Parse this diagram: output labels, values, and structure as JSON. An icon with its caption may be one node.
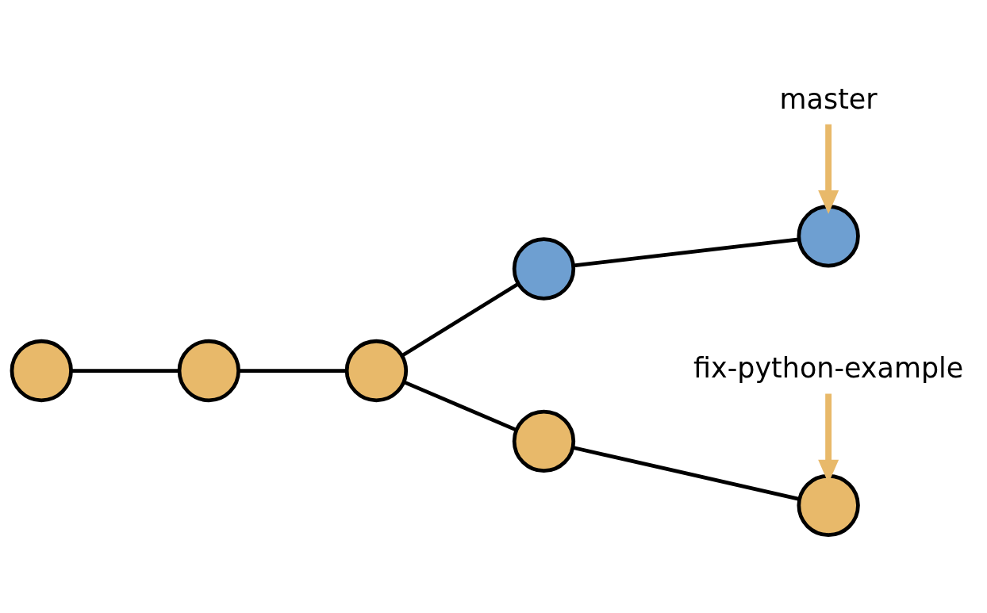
{
  "diagram": {
    "nodes": [
      {
        "text": [
          "master"
        ]
      },
      {
        "text": [],
        "shape": "circle"
      },
      {
        "text": [],
        "shape": "circle"
      },
      {
        "text": [],
        "shape": "circle"
      },
      {
        "text": [],
        "shape": "circle"
      },
      {
        "text": [],
        "shape": "circle"
      },
      {
        "text": [],
        "shape": "circle"
      },
      {
        "text": [],
        "shape": "circle"
      },
      {
        "text": [
          "fix-python-example"
        ]
      }
    ],
    "edges": [
      {
        "from": 3,
        "to": 4,
        "arrow": "none"
      },
      {
        "from": 4,
        "to": 5,
        "arrow": "none"
      },
      {
        "from": 5,
        "to": 6,
        "arrow": "none"
      },
      {
        "from": 6,
        "to": 7,
        "arrow": "none"
      },
      {
        "from": 5,
        "to": 1,
        "arrow": "none"
      },
      {
        "from": 1,
        "to": 2,
        "arrow": "none"
      },
      {
        "from": 0,
        "to": 2,
        "arrow": "to",
        "color": "#e8b96a"
      },
      {
        "from": 8,
        "to": 7,
        "arrow": "to",
        "color": "#e8b96a"
      }
    ]
  }
}
